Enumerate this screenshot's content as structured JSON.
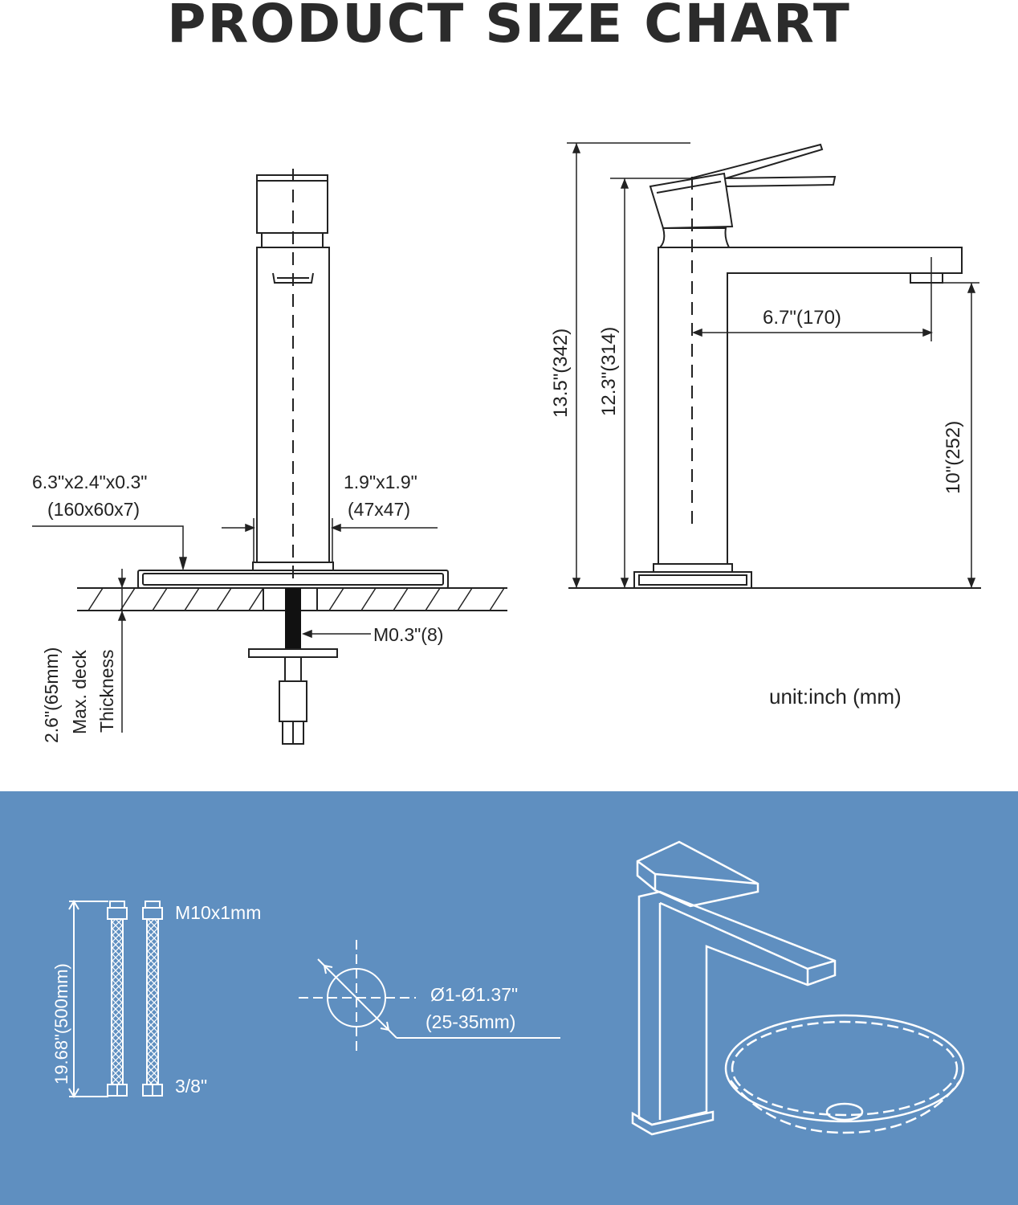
{
  "title": "PRODUCT SIZE CHART",
  "front_view": {
    "base_plate_dim": "6.3\"x2.4\"x0.3\"",
    "base_plate_dim_mm": "(160x60x7)",
    "body_dim": "1.9\"x1.9\"",
    "body_dim_mm": "(47x47)",
    "thread": "M0.3\"(8)",
    "deck_thickness": "2.6\"(65mm)",
    "deck_label_1": "Max. deck",
    "deck_label_2": "Thickness"
  },
  "side_view": {
    "total_height": "13.5\"(342)",
    "handle_height": "12.3\"(314)",
    "spout_reach": "6.7\"(170)",
    "spout_height": "10\"(252)",
    "unit": "unit:inch (mm)"
  },
  "accessories": {
    "hose_length": "19.68\"(500mm)",
    "hose_top_thread": "M10x1mm",
    "hose_bottom_thread": "3/8\"",
    "hole_diameter": "Ø1-Ø1.37\"",
    "hole_diameter_mm": "(25-35mm)"
  },
  "colors": {
    "panel_blue": "#5f8fc0",
    "line_dark": "#222222",
    "line_white": "#ffffff"
  }
}
